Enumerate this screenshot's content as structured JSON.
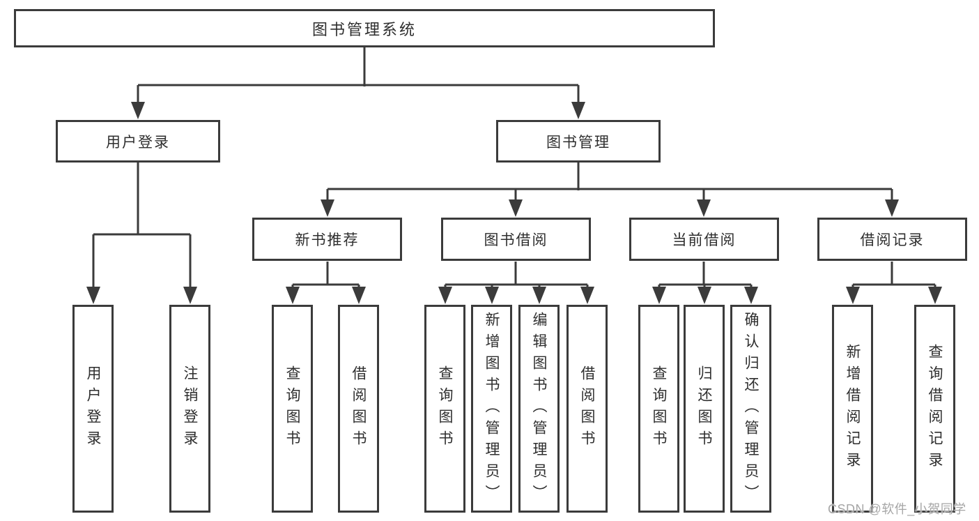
{
  "watermark": "CSDN @软件_小贺同学",
  "colors": {
    "line": "#3b3b3b",
    "text": "#2e2e2e",
    "background": "#ffffff",
    "watermark": "#a6a6a6"
  },
  "tree": {
    "label": "图书管理系统",
    "children": [
      {
        "label": "用户登录",
        "children": [
          {
            "label": "用户登录"
          },
          {
            "label": "注销登录"
          }
        ]
      },
      {
        "label": "图书管理",
        "children": [
          {
            "label": "新书推荐",
            "children": [
              {
                "label": "查询图书"
              },
              {
                "label": "借阅图书"
              }
            ]
          },
          {
            "label": "图书借阅",
            "children": [
              {
                "label": "查询图书"
              },
              {
                "label": "新增图书（管理员）"
              },
              {
                "label": "编辑图书（管理员）"
              },
              {
                "label": "借阅图书"
              }
            ]
          },
          {
            "label": "当前借阅",
            "children": [
              {
                "label": "查询图书"
              },
              {
                "label": "归还图书"
              },
              {
                "label": "确认归还（管理员）"
              }
            ]
          },
          {
            "label": "借阅记录",
            "children": [
              {
                "label": "新增借阅记录"
              },
              {
                "label": "查询借阅记录"
              }
            ]
          }
        ]
      }
    ]
  }
}
